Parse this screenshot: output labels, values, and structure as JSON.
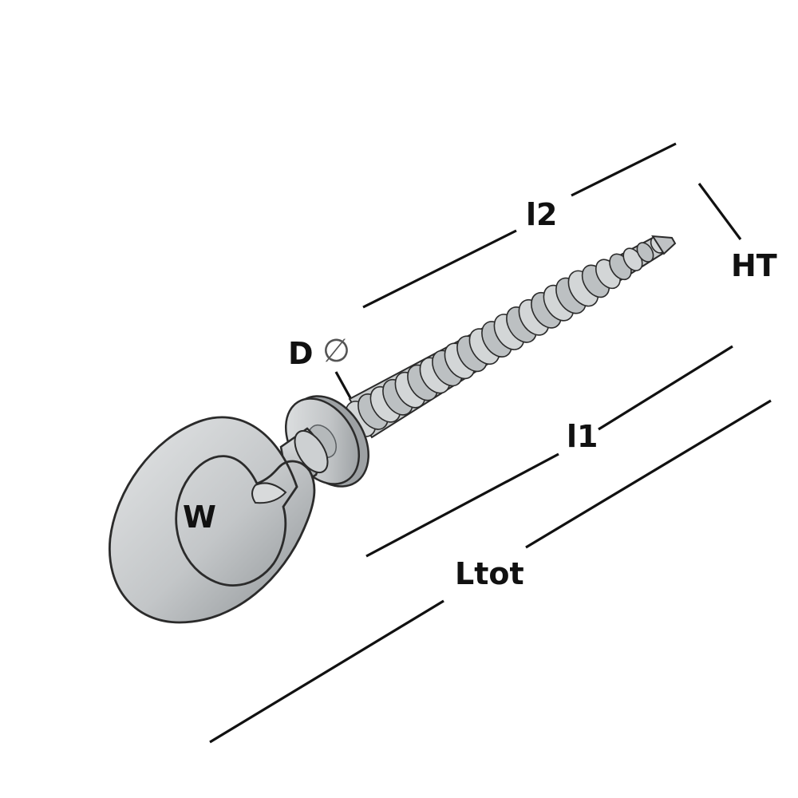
{
  "labels": {
    "l2": "l2",
    "ht": "HT",
    "l1": "l1",
    "ltot": "Ltot",
    "w": "W",
    "d": "D",
    "diameter_symbol": "∅"
  },
  "colors": {
    "metal_light": "#d4d6d7",
    "metal_mid": "#a9adaf",
    "metal_dark": "#6d7275",
    "outline": "#2b2b2b",
    "dimension": "#111111"
  }
}
